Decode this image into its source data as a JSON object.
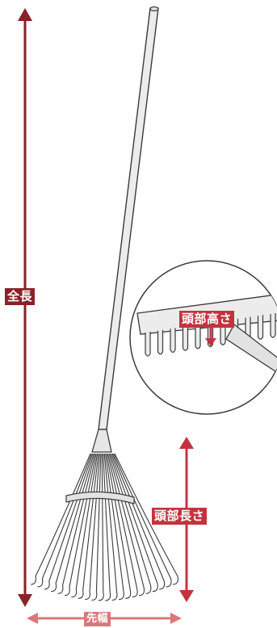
{
  "labels": {
    "total_length": "全長",
    "head_height": "頭部高さ",
    "head_length": "頭部長さ",
    "tip_width": "先幅"
  },
  "colors": {
    "dark_red": "#8b2129",
    "red": "#c3333f",
    "pink": "#d9787c",
    "tool_fill": "#ececec",
    "tool_stroke": "#3a3a3a"
  },
  "icons": {
    "tool": "leaf-rake",
    "detail": "magnified-rake-head"
  }
}
